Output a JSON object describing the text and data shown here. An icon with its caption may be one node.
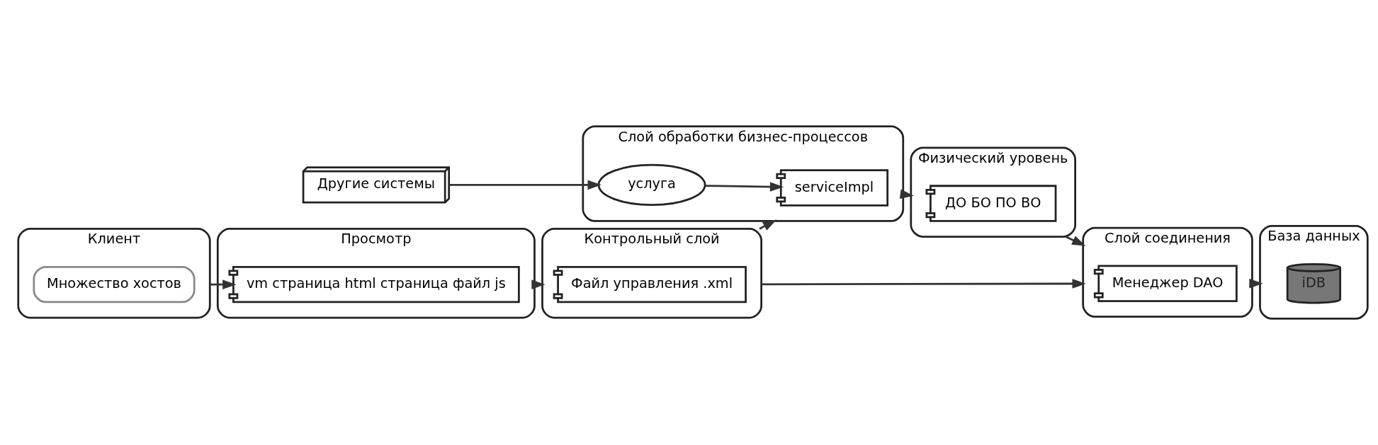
{
  "diagram": {
    "nodes": [
      {
        "text": [
          "Клиент"
        ]
      },
      {
        "text": [
          "Множество хостов"
        ],
        "in": 0
      },
      {
        "text": [
          "Просмотр"
        ]
      },
      {
        "text": [
          "vm страница html страница файл js"
        ],
        "in": 2
      },
      {
        "text": [
          "Контрольный слой"
        ]
      },
      {
        "text": [
          "Файл управления .xml"
        ],
        "in": 4
      },
      {
        "text": [
          "Слой обработки бизнес-процессов"
        ]
      },
      {
        "text": [
          "serviceImpl"
        ],
        "in": 6
      },
      {
        "text": [
          "услуга"
        ],
        "in": 6
      },
      {
        "text": [
          "Физический уровень"
        ]
      },
      {
        "text": [
          "ДО БО ПО ВО"
        ],
        "in": 9
      },
      {
        "text": [
          "Слой соединения"
        ]
      },
      {
        "text": [
          "Менеджер DAO"
        ],
        "in": 11
      },
      {
        "text": [
          "База данных"
        ]
      },
      {
        "text": [
          "iDB"
        ],
        "in": 13
      },
      {
        "text": [
          "Другие системы"
        ]
      }
    ],
    "edges": [
      {
        "from": 0,
        "to": 3,
        "arrow": "to"
      },
      {
        "from": 2,
        "to": 4,
        "arrow": "to"
      },
      {
        "from": 4,
        "to": 6,
        "arrow": "to"
      },
      {
        "from": 6,
        "to": 9,
        "arrow": "to"
      },
      {
        "from": 9,
        "to": 11,
        "arrow": "to"
      },
      {
        "from": 11,
        "to": 13,
        "arrow": "to"
      },
      {
        "from": 4,
        "to": 11,
        "arrow": "to"
      },
      {
        "from": 8,
        "to": 7,
        "arrow": "to"
      },
      {
        "from": 15,
        "to": 8,
        "arrow": "to"
      }
    ]
  }
}
